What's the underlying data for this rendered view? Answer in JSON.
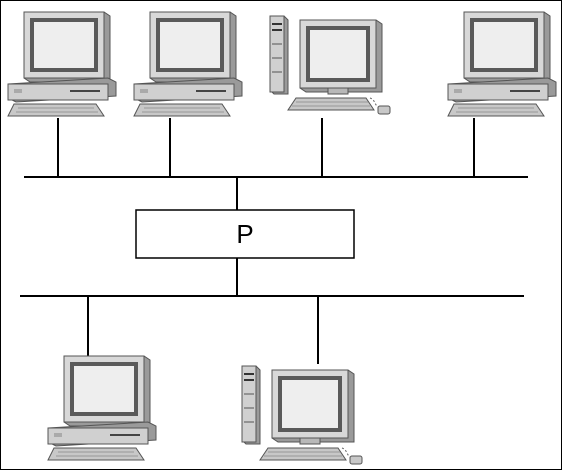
{
  "diagram": {
    "node_label": "P",
    "colors": {
      "line": "#000000",
      "frame": "#000000",
      "monitor_shell": "#d8d8d8",
      "monitor_shell_dark": "#9a9a9a",
      "screen_bezel": "#5a5a5a",
      "screen": "#eeeeee",
      "keyboard": "#c8c8c8"
    },
    "upper_segment": {
      "computers": [
        {
          "kind": "desktop"
        },
        {
          "kind": "desktop"
        },
        {
          "kind": "tower-with-mouse"
        },
        {
          "kind": "desktop"
        }
      ]
    },
    "lower_segment": {
      "computers": [
        {
          "kind": "desktop"
        },
        {
          "kind": "tower-with-mouse"
        }
      ]
    }
  }
}
